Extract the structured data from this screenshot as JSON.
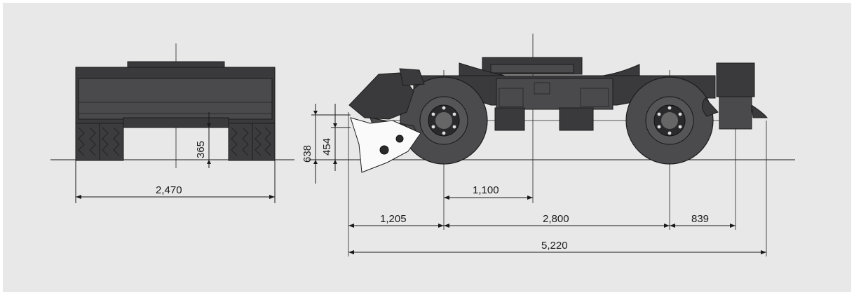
{
  "colors": {
    "background": "#e8e8e8",
    "body": "#3a3a3c",
    "line": "#1a1a1a"
  },
  "dimensions": {
    "rear_width": "2,470",
    "ground_clearance": "365",
    "hitch_height_outer": "638",
    "hitch_height_inner": "454",
    "kingpin_to_axle": "1,100",
    "front_overhang": "1,205",
    "wheelbase": "2,800",
    "rear_overhang": "839",
    "overall_length": "5,220"
  }
}
